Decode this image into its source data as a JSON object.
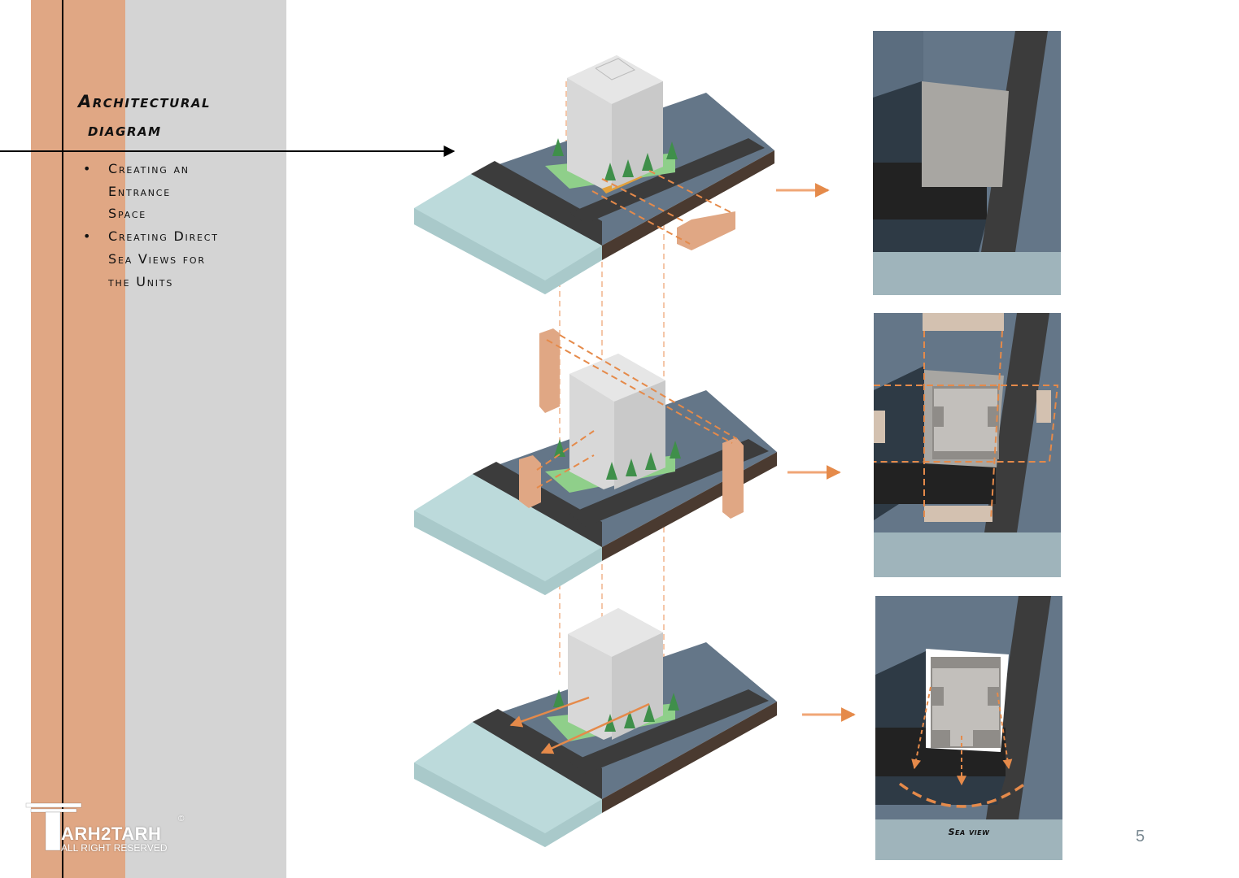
{
  "title": {
    "line1": "Architectural",
    "line2": "diagram"
  },
  "bullets": [
    {
      "lines": [
        "Creating an",
        "Entrance",
        "Space"
      ]
    },
    {
      "lines": [
        "Creating Direct",
        "Sea Views for",
        "the Units"
      ]
    }
  ],
  "logo": {
    "brand": "ARH2TARH",
    "copyright": "©",
    "tagline": "ALL RIGHT RESERVED"
  },
  "plan_views": {
    "sea_view_label": "Sea view"
  },
  "page_number": "5",
  "colors": {
    "accent_orange": "#e0a784",
    "sidebar_gray": "#d4d4d4",
    "ground_blue_gray": "#647688",
    "road_dark": "#3a3a3a",
    "sea": "#bcdadb",
    "building": "#d9d9d9",
    "arrow_orange": "#e58a4a"
  }
}
